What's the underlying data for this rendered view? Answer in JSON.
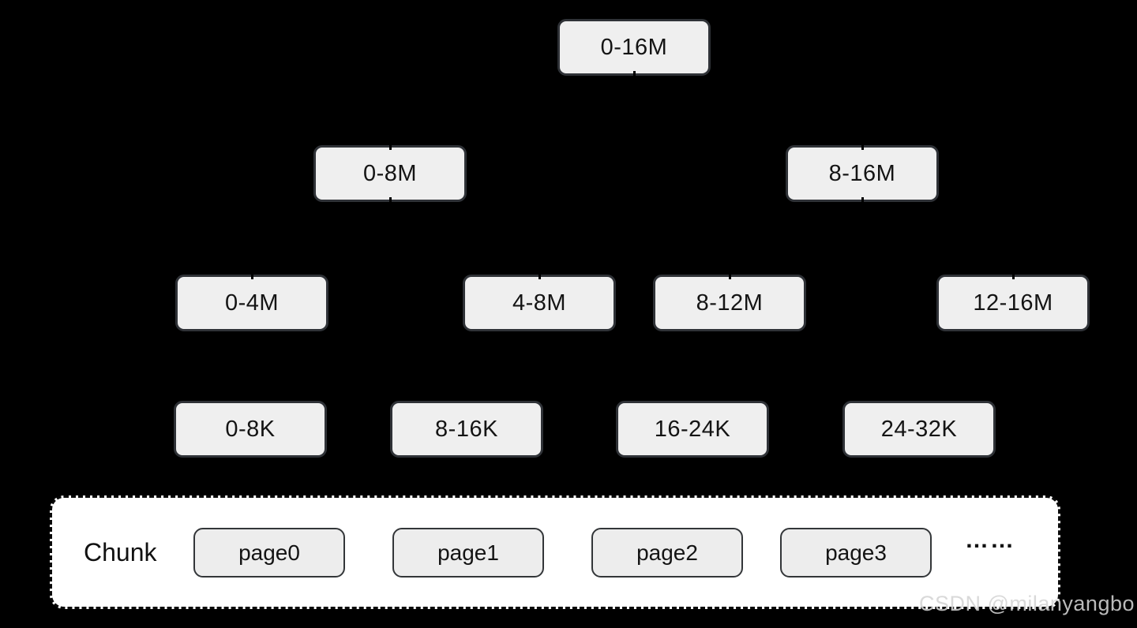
{
  "diagram": {
    "description": "Memory range tree over chunk pages",
    "colors": {
      "background": "#000000",
      "node_fill": "#efefef",
      "node_border": "#2f3237",
      "chunk_fill": "#ffffff",
      "chunk_border": "#0a0a0a",
      "text": "#141414",
      "watermark": "#d4d4d4"
    }
  },
  "tree": {
    "levels": [
      {
        "name": "level-16m",
        "nodes": [
          {
            "label": "0-16M"
          }
        ]
      },
      {
        "name": "level-8m",
        "nodes": [
          {
            "label": "0-8M"
          },
          {
            "label": "8-16M"
          }
        ]
      },
      {
        "name": "level-4m",
        "nodes": [
          {
            "label": "0-4M"
          },
          {
            "label": "4-8M"
          },
          {
            "label": "8-12M"
          },
          {
            "label": "12-16M"
          }
        ]
      },
      {
        "name": "level-8k",
        "nodes": [
          {
            "label": "0-8K"
          },
          {
            "label": "8-16K"
          },
          {
            "label": "16-24K"
          },
          {
            "label": "24-32K"
          }
        ]
      }
    ]
  },
  "chunk": {
    "label": "Chunk",
    "pages": [
      {
        "label": "page0"
      },
      {
        "label": "page1"
      },
      {
        "label": "page2"
      },
      {
        "label": "page3"
      }
    ],
    "ellipsis": "……"
  },
  "watermark": {
    "text": "CSDN @milanyangbo"
  }
}
